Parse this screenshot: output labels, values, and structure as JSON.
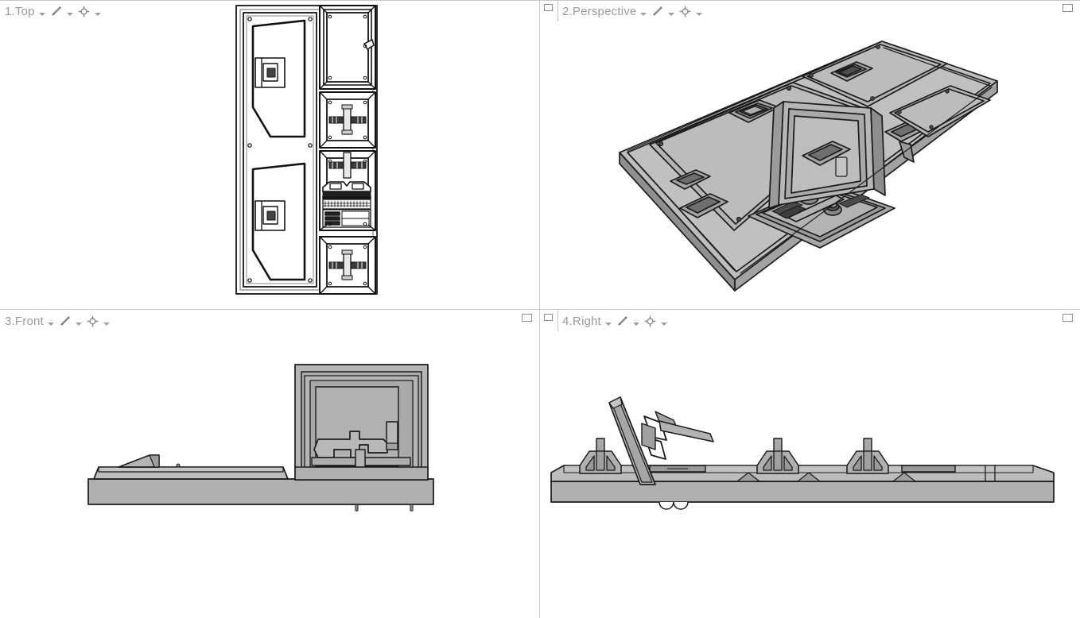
{
  "app": {
    "layout": "four-viewport",
    "background_color": "#ffffff",
    "divider_color": "#c9c9c9",
    "label_color": "#9a9a9a",
    "shade_colors": {
      "light": "#c3c3c3",
      "mid": "#a9a9a9",
      "dark": "#8e8e8e",
      "outline": "#1b1b1b"
    }
  },
  "viewports": [
    {
      "id": "top",
      "label": "1.Top",
      "projection": "orthographic-top",
      "display_mode": "wireframe",
      "has_left_restore": false,
      "has_corner_restore": false,
      "controls": [
        {
          "name": "viewport-menu-arrow",
          "glyph": "triangle-down"
        },
        {
          "name": "display-mode-icon",
          "glyph": "pen-icon"
        },
        {
          "name": "display-mode-arrow",
          "glyph": "triangle-down"
        },
        {
          "name": "view-target-icon",
          "glyph": "crosshair-icon"
        },
        {
          "name": "view-target-arrow",
          "glyph": "triangle-down"
        }
      ]
    },
    {
      "id": "perspective",
      "label": "2.Perspective",
      "projection": "perspective",
      "display_mode": "shaded",
      "has_left_restore": true,
      "has_corner_restore": true,
      "controls": [
        {
          "name": "viewport-menu-arrow",
          "glyph": "triangle-down"
        },
        {
          "name": "display-mode-icon",
          "glyph": "pen-icon"
        },
        {
          "name": "display-mode-arrow",
          "glyph": "triangle-down"
        },
        {
          "name": "view-target-icon",
          "glyph": "crosshair-icon"
        },
        {
          "name": "view-target-arrow",
          "glyph": "triangle-down"
        }
      ]
    },
    {
      "id": "front",
      "label": "3.Front",
      "projection": "orthographic-front",
      "display_mode": "shaded",
      "has_left_restore": false,
      "has_corner_restore": true,
      "controls": [
        {
          "name": "viewport-menu-arrow",
          "glyph": "triangle-down"
        },
        {
          "name": "display-mode-icon",
          "glyph": "pen-icon"
        },
        {
          "name": "display-mode-arrow",
          "glyph": "triangle-down"
        },
        {
          "name": "view-target-icon",
          "glyph": "crosshair-icon"
        },
        {
          "name": "view-target-arrow",
          "glyph": "triangle-down"
        }
      ]
    },
    {
      "id": "right",
      "label": "4.Right",
      "projection": "orthographic-right",
      "display_mode": "shaded",
      "has_left_restore": true,
      "has_corner_restore": true,
      "controls": [
        {
          "name": "viewport-menu-arrow",
          "glyph": "triangle-down"
        },
        {
          "name": "display-mode-icon",
          "glyph": "pen-icon"
        },
        {
          "name": "display-mode-arrow",
          "glyph": "triangle-down"
        },
        {
          "name": "view-target-icon",
          "glyph": "crosshair-icon"
        },
        {
          "name": "view-target-arrow",
          "glyph": "triangle-down"
        }
      ]
    }
  ],
  "model": {
    "description": "Flat deck / platform assembly with two large tapered hatch panels, four cross-shaped tie-down fittings, a raised console with an upright screen panel, handles and a thin base plate."
  }
}
